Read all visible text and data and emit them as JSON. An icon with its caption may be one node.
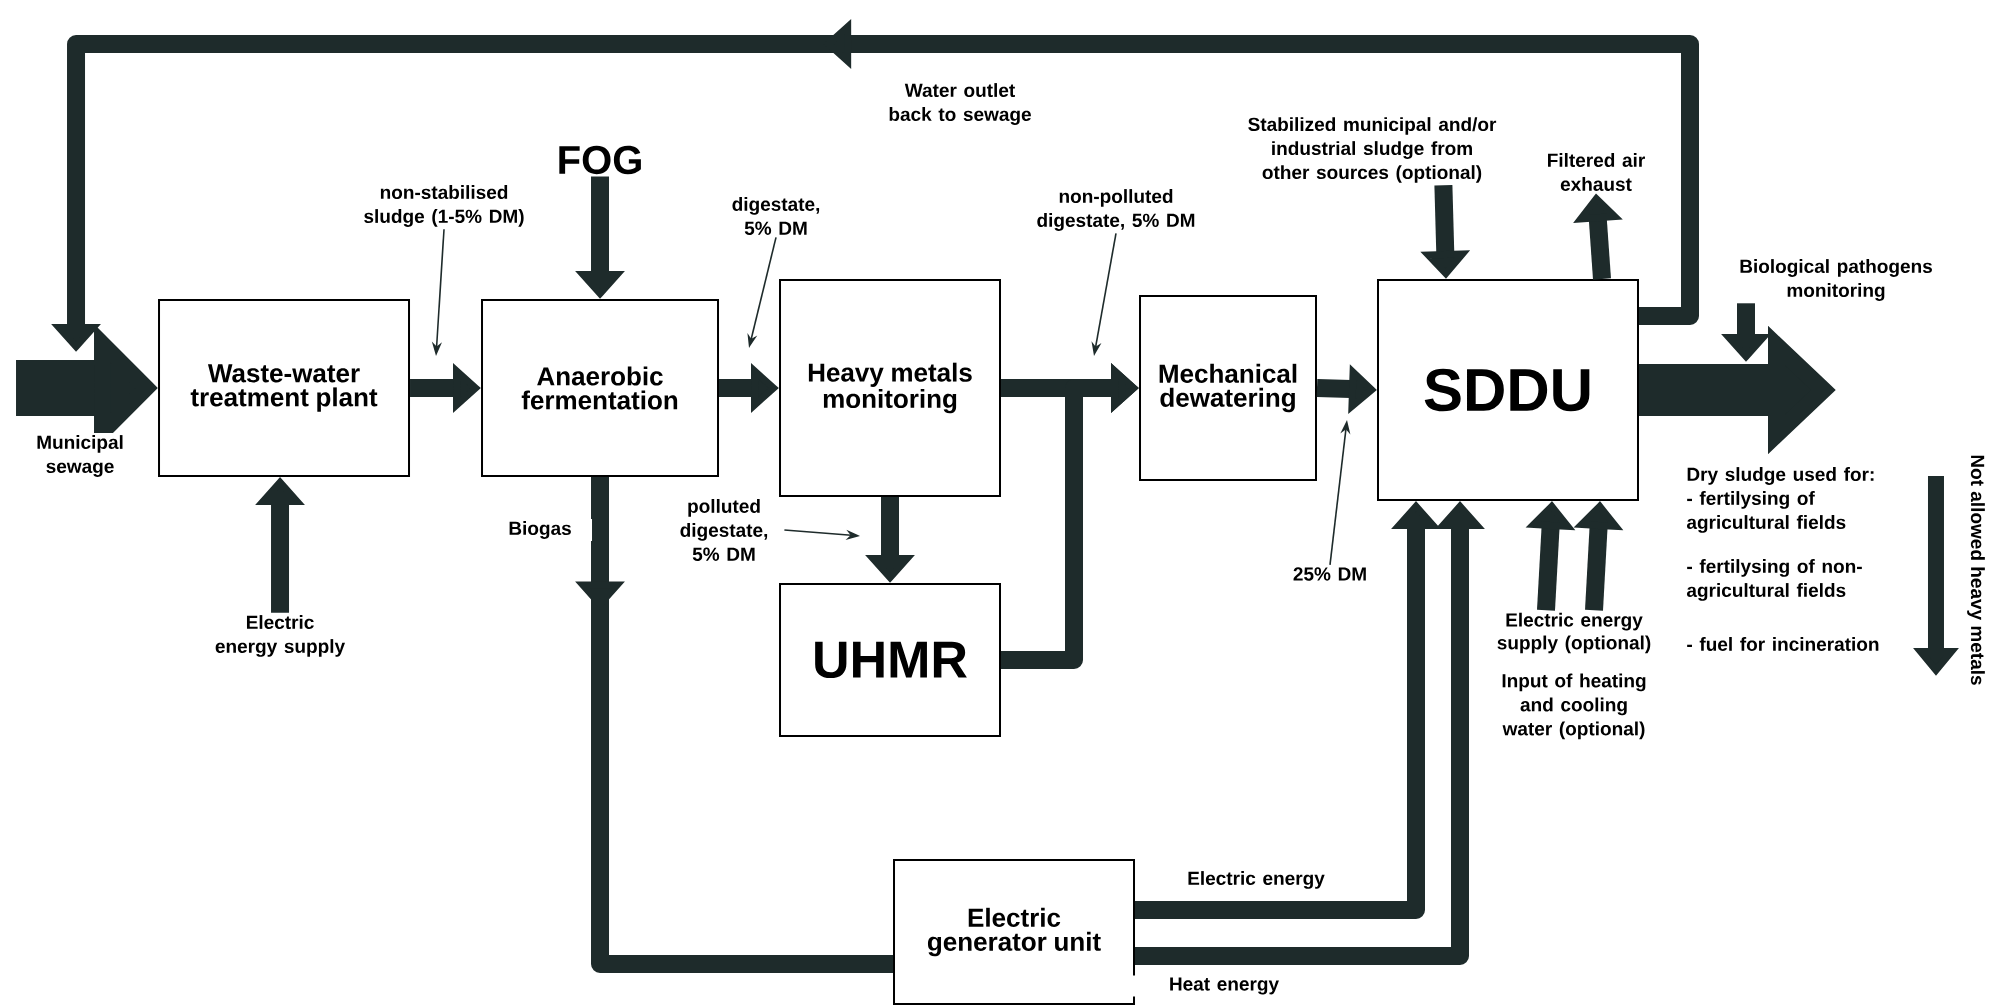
{
  "diagram": {
    "nodes": [
      {
        "text": [
          "Waste-water treatment plant"
        ]
      },
      {
        "text": [
          "Anaerobic fermentation"
        ]
      },
      {
        "text": [
          "Heavy metals monitoring"
        ]
      },
      {
        "text": [
          "UHMR"
        ]
      },
      {
        "text": [
          "Mechanical dewatering"
        ]
      },
      {
        "text": [
          "SDDU"
        ]
      },
      {
        "text": [
          "Electric generator unit"
        ]
      },
      {
        "text": [
          "FOG"
        ]
      },
      {
        "text": [
          "Electric energy supply"
        ]
      },
      {
        "text": [
          "non-stabilised sludge (1-5% DM)"
        ]
      },
      {
        "text": [
          "digestate, 5% DM"
        ]
      },
      {
        "text": [
          "polluted digestate, 5% DM"
        ]
      },
      {
        "text": [
          "non-polluted digestate, 5% DM"
        ]
      },
      {
        "text": [
          "25% DM"
        ]
      },
      {
        "text": [
          "Stabilized municipal and/or industrial sludge from other sources (optional)"
        ]
      },
      {
        "text": [
          "Filtered air exhaust"
        ]
      },
      {
        "text": [
          "Biological pathogens monitoring"
        ]
      },
      {
        "text": [
          "Electric energy supply (optional)",
          "Input of heating and cooling water (optional)"
        ]
      }
    ],
    "edges": [
      {
        "from": null,
        "to": 0,
        "arrow": "to",
        "label": "Municipal sewage",
        "style": "thick"
      },
      {
        "from": 5,
        "to": null,
        "arrow": "to",
        "label": "Water outlet back to sewage"
      },
      {
        "from": 7,
        "to": 1,
        "arrow": "to"
      },
      {
        "from": 8,
        "to": 0,
        "arrow": "to"
      },
      {
        "from": 0,
        "to": 1,
        "arrow": "to"
      },
      {
        "from": 1,
        "to": 2,
        "arrow": "to"
      },
      {
        "from": 2,
        "to": 4,
        "arrow": "to"
      },
      {
        "from": 2,
        "to": 3,
        "arrow": "to"
      },
      {
        "from": 3,
        "to": 4,
        "arrow": "to"
      },
      {
        "from": 4,
        "to": 5,
        "arrow": "to"
      },
      {
        "from": 1,
        "to": 6,
        "arrow": "to",
        "label": "Biogas"
      },
      {
        "from": 6,
        "to": 5,
        "arrow": "to",
        "label": "Electric energy"
      },
      {
        "from": 6,
        "to": 5,
        "arrow": "to",
        "label": "Heat energy"
      },
      {
        "from": 14,
        "to": 5,
        "arrow": "to"
      },
      {
        "from": 5,
        "to": 15,
        "arrow": "to"
      },
      {
        "from": 17,
        "to": 5,
        "arrow": "to"
      },
      {
        "from": 17,
        "to": 5,
        "arrow": "to"
      },
      {
        "from": 5,
        "to": null,
        "arrow": "to",
        "style": "thick"
      },
      {
        "from": 16,
        "to": null,
        "arrow": "to"
      },
      {
        "from": 9,
        "to": null,
        "arrow": "to"
      },
      {
        "from": 10,
        "to": null,
        "arrow": "to"
      },
      {
        "from": 11,
        "to": null,
        "arrow": "to"
      },
      {
        "from": 12,
        "to": null,
        "arrow": "to"
      },
      {
        "from": 13,
        "to": null,
        "arrow": "to"
      }
    ],
    "labels": [
      "Dry sludge used for:",
      "- fertilysing of agricultural fields",
      "- fertilysing of non-agricultural fields",
      "- fuel for incineration",
      "Not allowed heavy metals"
    ]
  }
}
